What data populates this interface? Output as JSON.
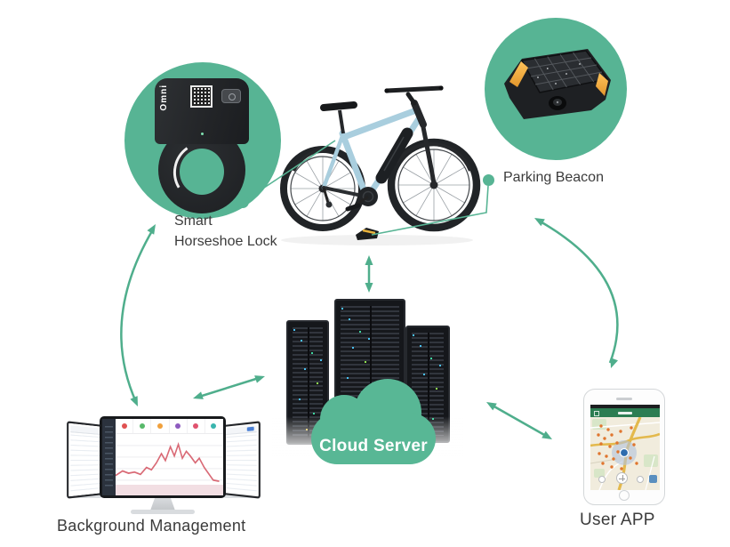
{
  "colors": {
    "accent_green": "#57b494",
    "arrow_green": "#4fae8c",
    "cloud_green": "#58b795",
    "label_text": "#3b3b3b",
    "bike_frame_blue": "#a9cede",
    "beacon_stripe_orange": "#f3a93c",
    "dashboard_chart_pink": "#d96a76"
  },
  "nodes": {
    "lock": {
      "label_line1": "Smart",
      "label_line2": "Horseshoe Lock",
      "brand": "Omni"
    },
    "parking_beacon": {
      "label": "Parking Beacon"
    },
    "cloud_server": {
      "label": "Cloud Server"
    },
    "background_management": {
      "label": "Background Management"
    },
    "user_app": {
      "label": "User APP"
    }
  },
  "connections": [
    {
      "from": "smart-horseshoe-lock",
      "to": "background-management",
      "bidirectional": true
    },
    {
      "from": "bike",
      "to": "cloud-server",
      "bidirectional": true
    },
    {
      "from": "cloud-server",
      "to": "background-management",
      "bidirectional": true
    },
    {
      "from": "cloud-server",
      "to": "user-app",
      "bidirectional": true
    },
    {
      "from": "parking-beacon",
      "to": "user-app",
      "bidirectional": true
    },
    {
      "from": "smart-horseshoe-lock",
      "to": "bike",
      "type": "callout-line"
    },
    {
      "from": "parking-beacon",
      "to": "ground-beacon",
      "type": "callout-line"
    }
  ]
}
